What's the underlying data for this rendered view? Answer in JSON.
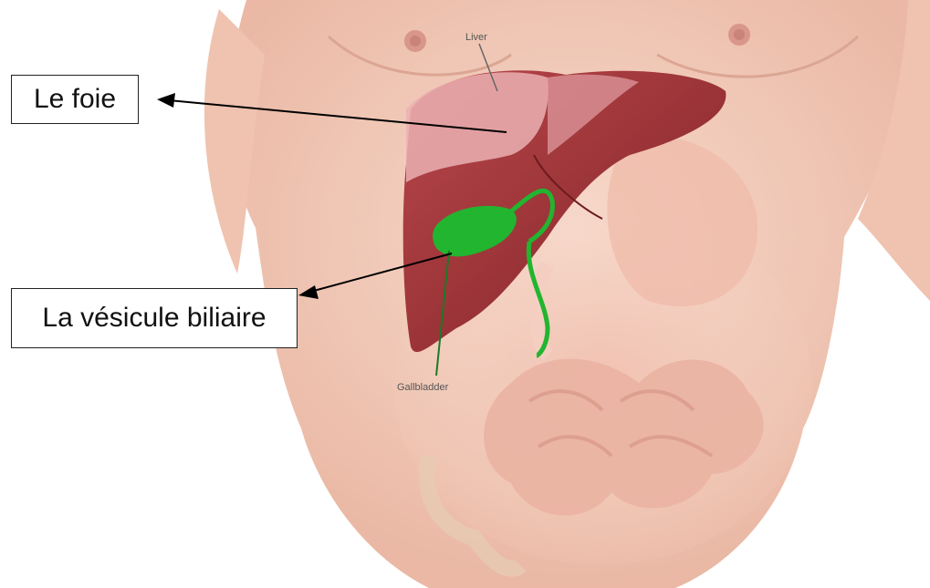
{
  "labels": {
    "liver_fr": "Le foie",
    "gallbladder_fr": "La vésicule biliaire"
  },
  "illustration": {
    "liver_en": "Liver",
    "gallbladder_en": "Gallbladder"
  },
  "colors": {
    "skin": "#f2c6b4",
    "skin_shadow": "#e4a995",
    "liver": "#8f2a2e",
    "liver_light": "#e9a3a8",
    "gallbladder": "#1fb52c",
    "intestine": "#eab4a3"
  }
}
